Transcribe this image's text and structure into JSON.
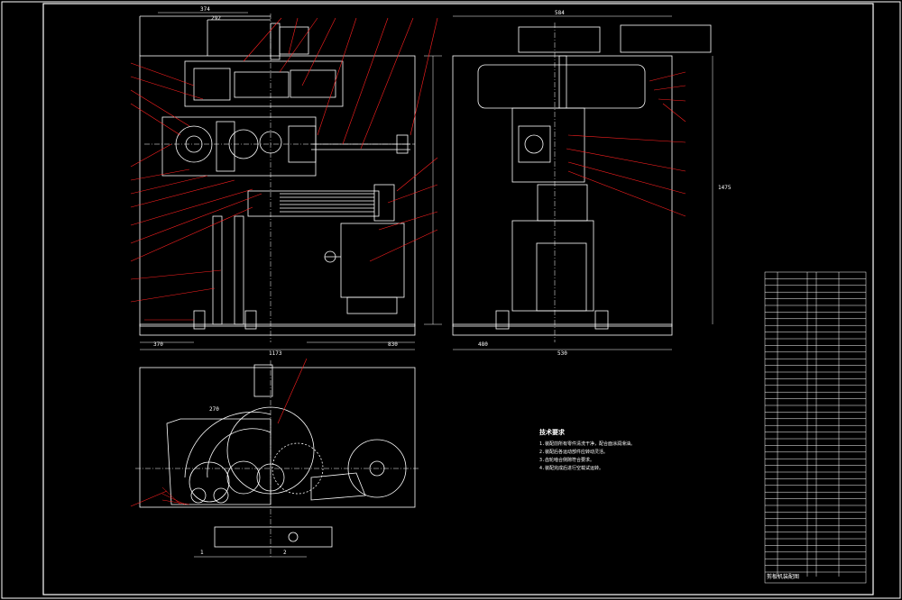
{
  "drawing": {
    "top_dims": [
      "374",
      "292"
    ],
    "front_dims": [
      "370",
      "1173",
      "830"
    ],
    "side_dims": [
      "584",
      "1475"
    ],
    "side_bottom": [
      "480",
      "530"
    ],
    "plan_dims": [
      "1",
      "2",
      "270"
    ],
    "tech_notes": {
      "title": "技术要求",
      "lines": [
        "1.装配前所有零件清洗干净，配合面涂润滑油。",
        "2.装配后各运动部件应转动灵活。",
        "3.齿轮啮合侧隙符合要求。",
        "4.装配完成后进行空载试运转。"
      ]
    },
    "bom_title": "剪板机装配图",
    "colors": {
      "line": "#ffffff",
      "leader": "#ff2020",
      "hatch": "#d0d0d0",
      "bg": "#000000"
    }
  }
}
